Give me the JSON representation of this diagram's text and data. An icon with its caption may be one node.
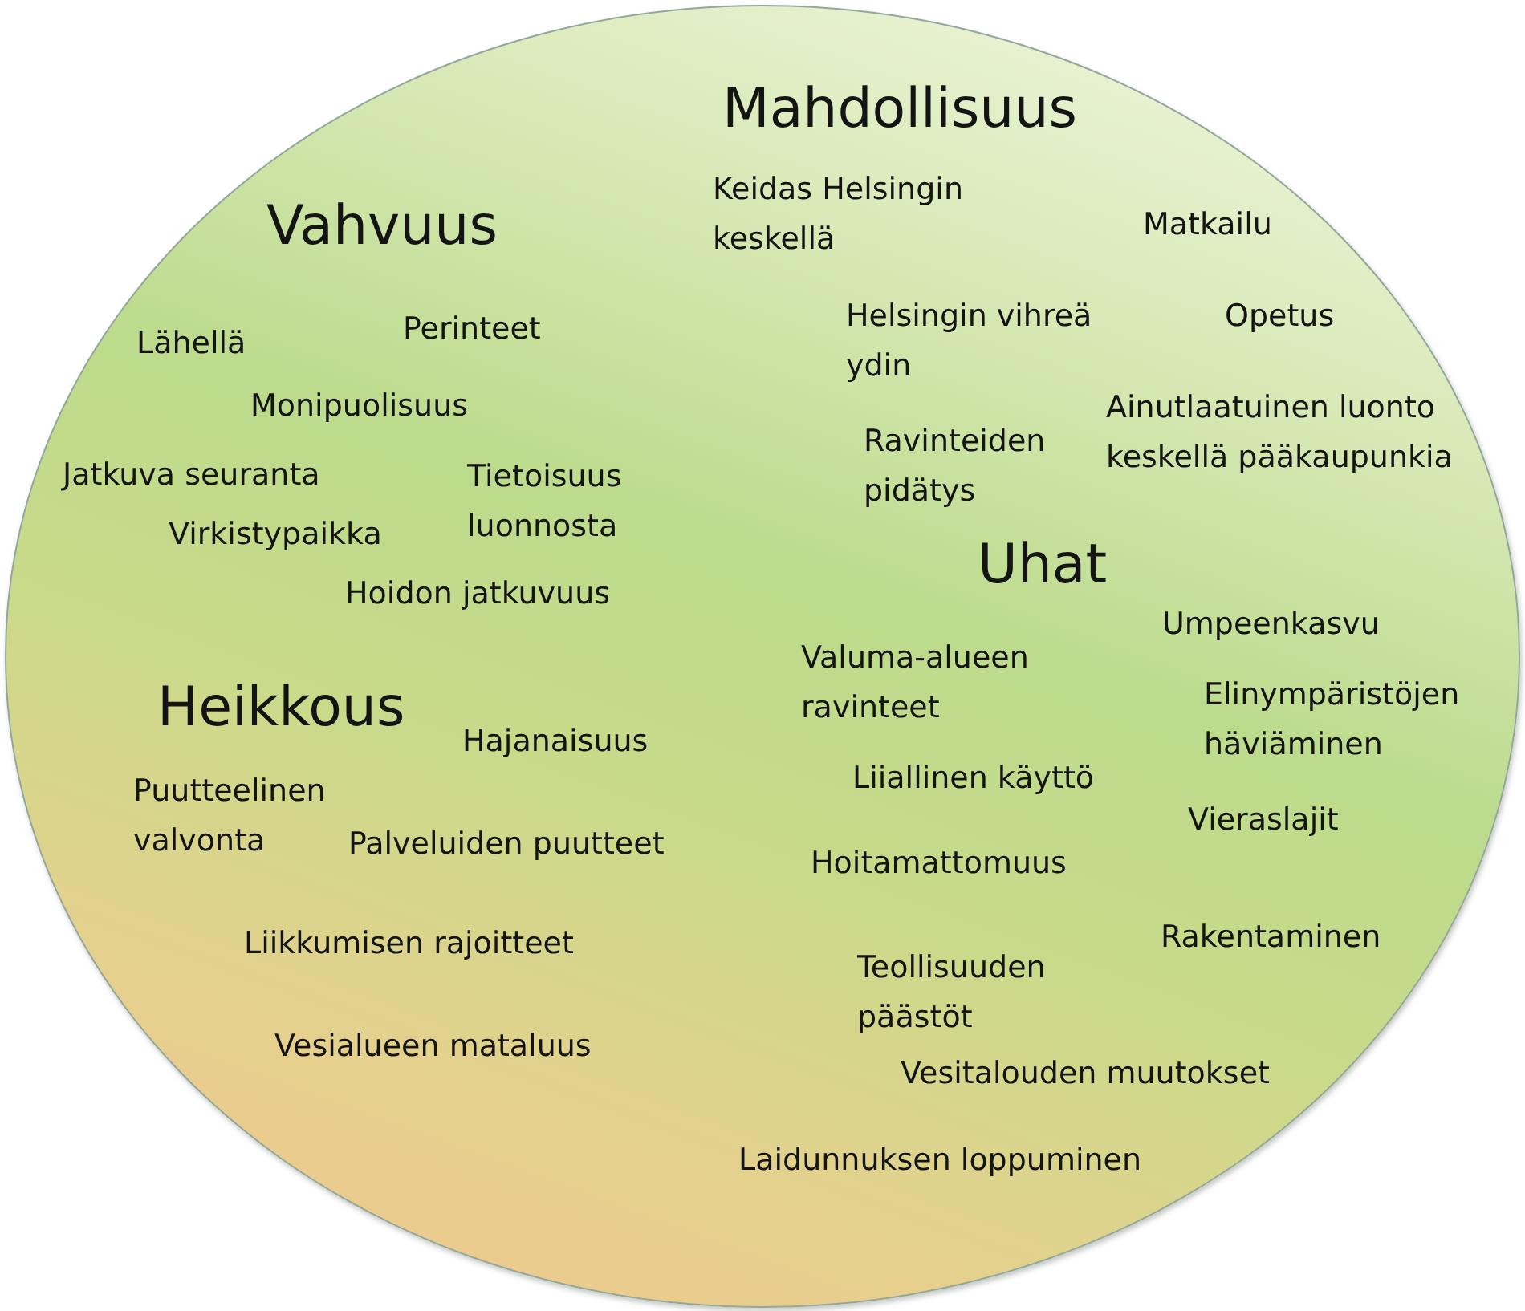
{
  "diagram": {
    "nodes": [
      {
        "text": [
          "Vahvuus",
          "Lähellä",
          "Perinteet",
          "Monipuolisuus",
          "Jatkuva seuranta",
          "Tietoisuus luonnosta",
          "Virkistypaikka",
          "Hoidon jatkuvuus",
          "Mahdollisuus",
          "Keidas Helsingin keskellä",
          "Matkailu",
          "Helsingin vihreä ydin",
          "Opetus",
          "Ainutlaatuinen luonto keskellä pääkaupunkia",
          "Ravinteiden pidätys",
          "Heikkous",
          "Hajanaisuus",
          "Puutteelinen valvonta",
          "Palveluiden puutteet",
          "Liikkumisen rajoitteet",
          "Vesialueen mataluus",
          "Uhat",
          "Umpeenkasvu",
          "Valuma-alueen ravinteet",
          "Elinympäristöjen häviäminen",
          "Liiallinen käyttö",
          "Vieraslajit",
          "Hoitamattomuus",
          "Rakentaminen",
          "Teollisuuden päästöt",
          "Vesitalouden muutokset",
          "Laidunnuksen loppuminen"
        ]
      }
    ]
  }
}
